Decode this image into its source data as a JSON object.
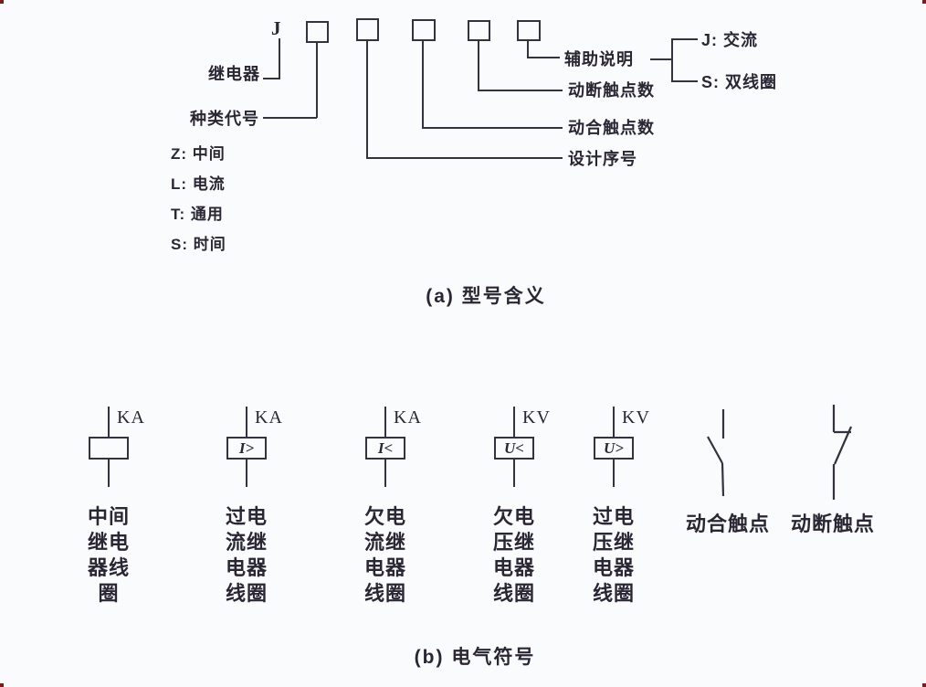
{
  "page": {
    "bg_color": "#fafbfd",
    "line_color": "#35323d",
    "text_color": "#2b2633",
    "corner_mark_color": "#7b1d1d"
  },
  "part_a": {
    "caption": "(a) 型号含义",
    "prefix_letter": "J",
    "relay_label": "继电器",
    "type_label": "种类代号",
    "type_codes": [
      "Z: 中间",
      "L: 电流",
      "T: 通用",
      "S: 时间"
    ],
    "design_label": "设计序号",
    "no_count_label": "动合触点数",
    "nc_count_label": "动断触点数",
    "aux_label": "辅助说明",
    "aux_codes": [
      "J:  交流",
      "S:  双线圈"
    ]
  },
  "part_b": {
    "caption": "(b) 电气符号",
    "coils": [
      {
        "tag": "KA",
        "box_text": "",
        "label": "中间\n继电\n器线\n圈"
      },
      {
        "tag": "KA",
        "box_text": "I>",
        "label": "过电\n流继\n电器\n线圈"
      },
      {
        "tag": "KA",
        "box_text": "I<",
        "label": "欠电\n流继\n电器\n线圈"
      },
      {
        "tag": "KV",
        "box_text": "U<",
        "label": "欠电\n压继\n电器\n线圈"
      },
      {
        "tag": "KV",
        "box_text": "U>",
        "label": "过电\n压继\n电器\n线圈"
      }
    ],
    "contacts": [
      {
        "label": "动合触点"
      },
      {
        "label": "动断触点"
      }
    ]
  }
}
